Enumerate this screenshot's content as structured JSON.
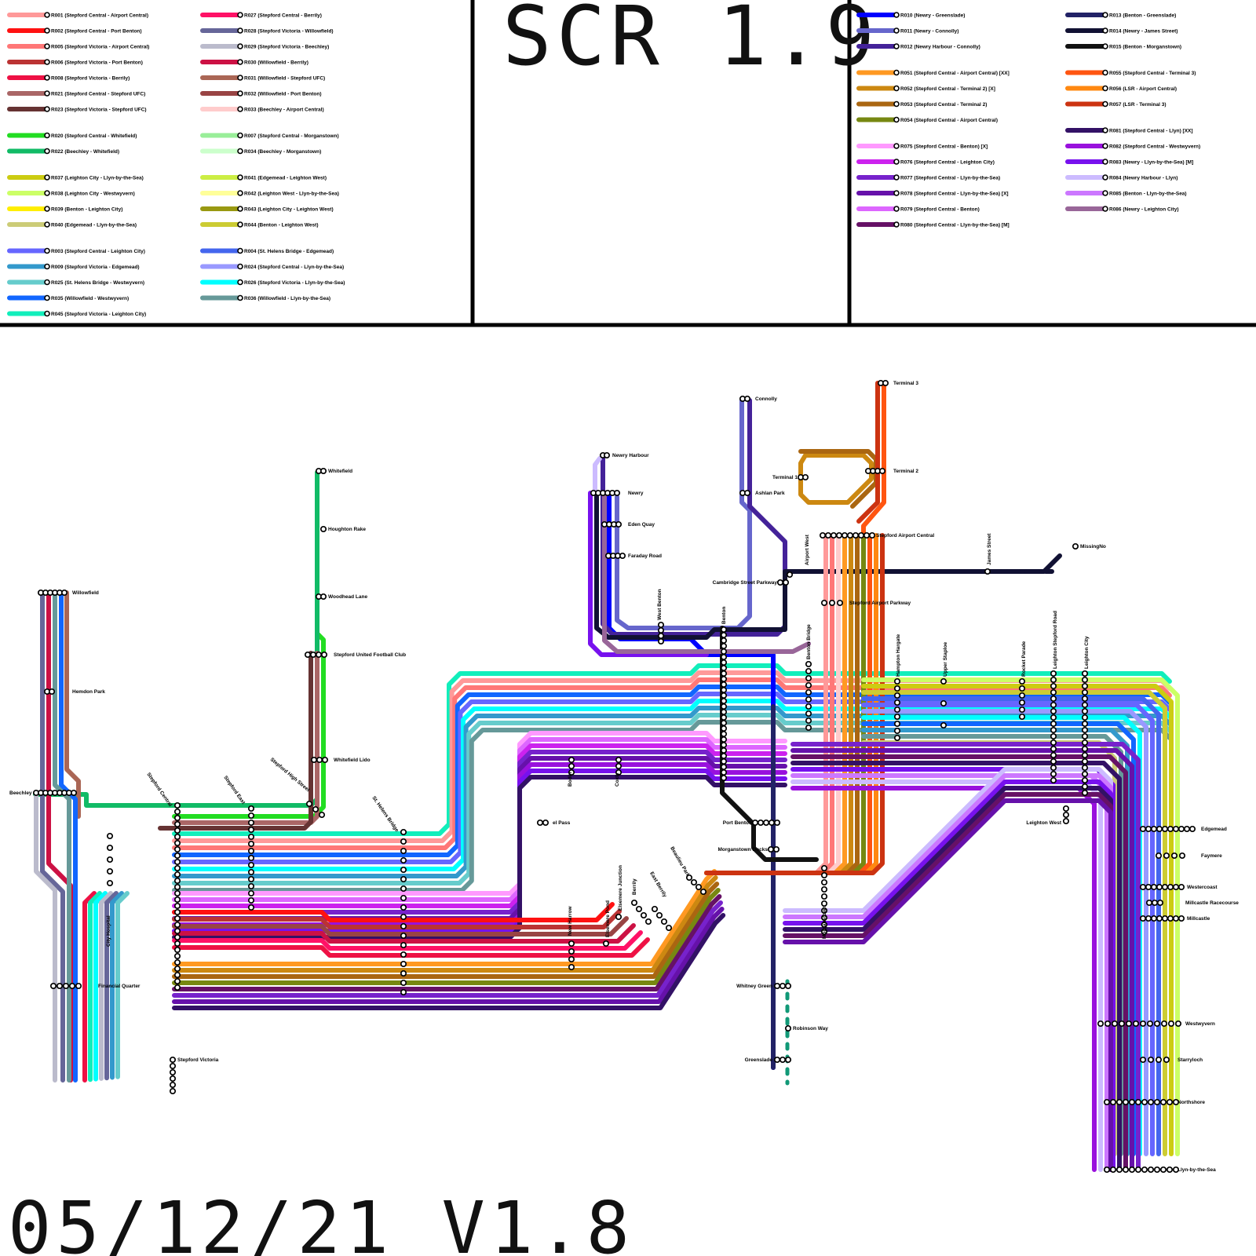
{
  "title": "SCR 1.9",
  "footer": "05/12/21 V1.8",
  "legend": {
    "column_1": [
      {
        "id": "R001",
        "text": "R001 (Stepford Central - Airport Central)",
        "color": "#ff9999"
      },
      {
        "id": "R002",
        "text": "R002 (Stepford Central - Port Benton)",
        "color": "#ff1111"
      },
      {
        "id": "R005",
        "text": "R005 (Stepford Victoria - Airport Central)",
        "color": "#ff7777"
      },
      {
        "id": "R006",
        "text": "R006 (Stepford Victoria - Port Benton)",
        "color": "#bb3333"
      },
      {
        "id": "R008",
        "text": "R008 (Stepford Victoria - Berrily)",
        "color": "#ee1144"
      },
      {
        "id": "R021",
        "text": "R021 (Stepford Central - Stepford UFC)",
        "color": "#aa6666"
      },
      {
        "id": "R023",
        "text": "R023 (Stepford Victoria - Stepford UFC)",
        "color": "#663333"
      },
      {
        "id": "gap1",
        "text": "",
        "color": ""
      },
      {
        "id": "R020",
        "text": "R020 (Stepford Central - Whitefield)",
        "color": "#22dd22"
      },
      {
        "id": "R022",
        "text": "R022 (Beechley - Whitefield)",
        "color": "#11bb66"
      },
      {
        "id": "gap2",
        "text": "",
        "color": ""
      },
      {
        "id": "R037",
        "text": "R037 (Leighton City - Llyn-by-the-Sea)",
        "color": "#cccc11"
      },
      {
        "id": "R038",
        "text": "R038 (Leighton City - Westwyvern)",
        "color": "#ccff66"
      },
      {
        "id": "R039",
        "text": "R039 (Benton - Leighton City)",
        "color": "#ffee00"
      },
      {
        "id": "R040",
        "text": "R040 (Edgemead - Llyn-by-the-Sea)",
        "color": "#cccc77"
      },
      {
        "id": "gap3",
        "text": "",
        "color": ""
      },
      {
        "id": "R003",
        "text": "R003 (Stepford Central - Leighton City)",
        "color": "#6666ff"
      },
      {
        "id": "R009",
        "text": "R009 (Stepford Victoria - Edgemead)",
        "color": "#3399cc"
      },
      {
        "id": "R025",
        "text": "R025 (St. Helens Bridge - Westwyvern)",
        "color": "#66cccc"
      },
      {
        "id": "R035",
        "text": "R035 (Willowfield - Westwyvern)",
        "color": "#1166ff"
      },
      {
        "id": "R045",
        "text": "R045 (Stepford Victoria - Leighton City)",
        "color": "#11eebb"
      }
    ],
    "column_2": [
      {
        "id": "R027",
        "text": "R027 (Stepford Central - Berrily)",
        "color": "#ff1166"
      },
      {
        "id": "R028",
        "text": "R028 (Stepford Victoria - Willowfield)",
        "color": "#666699"
      },
      {
        "id": "R029",
        "text": "R029 (Stepford Victoria - Beechley)",
        "color": "#bbbbcc"
      },
      {
        "id": "R030",
        "text": "R030 (Willowfield - Berrily)",
        "color": "#cc1144"
      },
      {
        "id": "R031",
        "text": "R031 (Willowfield - Stepford UFC)",
        "color": "#aa6655"
      },
      {
        "id": "R032",
        "text": "R032 (Willowfield - Port Benton)",
        "color": "#994444"
      },
      {
        "id": "R033",
        "text": "R033 (Beechley - Airport Central)",
        "color": "#ffcccc"
      },
      {
        "id": "gap1",
        "text": "",
        "color": ""
      },
      {
        "id": "R007",
        "text": "R007 (Stepford Central - Morganstown)",
        "color": "#99ee99"
      },
      {
        "id": "R034",
        "text": "R034 (Beechley - Morganstown)",
        "color": "#ccffcc"
      },
      {
        "id": "gap2",
        "text": "",
        "color": ""
      },
      {
        "id": "R041",
        "text": "R041 (Edgemead - Leighton West)",
        "color": "#ccee44"
      },
      {
        "id": "R042",
        "text": "R042 (Leighton West - Llyn-by-the-Sea)",
        "color": "#ffff99"
      },
      {
        "id": "R043",
        "text": "R043 (Leighton City - Leighton West)",
        "color": "#999911"
      },
      {
        "id": "R044",
        "text": "R044 (Benton - Leighton West)",
        "color": "#cccc33"
      },
      {
        "id": "gap3",
        "text": "",
        "color": ""
      },
      {
        "id": "R004",
        "text": "R004 (St. Helens Bridge - Edgemead)",
        "color": "#4466ee"
      },
      {
        "id": "R024",
        "text": "R024 (Stepford Central - Llyn-by-the-Sea)",
        "color": "#9999ff"
      },
      {
        "id": "R026",
        "text": "R026 (Stepford Victoria - Llyn-by-the-Sea)",
        "color": "#00ffff"
      },
      {
        "id": "R036",
        "text": "R036 (Willowfield - Llyn-by-the-Sea)",
        "color": "#669999"
      }
    ],
    "column_3": [
      {
        "id": "R010",
        "text": "R010 (Newry - Greenslade)",
        "color": "#0000ff"
      },
      {
        "id": "R011",
        "text": "R011 (Newry - Connolly)",
        "color": "#6666cc"
      },
      {
        "id": "R012",
        "text": "R012 (Newry Harbour - Connolly)",
        "color": "#442299"
      },
      {
        "id": "gap1",
        "text": "",
        "color": ""
      },
      {
        "id": "R051",
        "text": "R051 (Stepford Central - Airport Central) [XX]",
        "color": "#ff9922"
      },
      {
        "id": "R052",
        "text": "R052 (Stepford Central - Terminal 2) [X]",
        "color": "#cc8811"
      },
      {
        "id": "R053",
        "text": "R053 (Stepford Central - Terminal 2)",
        "color": "#aa6611"
      },
      {
        "id": "R054",
        "text": "R054 (Stepford Central - Airport Central)",
        "color": "#778811"
      },
      {
        "id": "gap2",
        "text": "",
        "color": ""
      },
      {
        "id": "R075",
        "text": "R075 (Stepford Central - Benton) [X]",
        "color": "#ff99ff"
      },
      {
        "id": "R076",
        "text": "R076 (Stepford Central - Leighton City)",
        "color": "#cc22ee"
      },
      {
        "id": "R077",
        "text": "R077 (Stepford Central - Llyn-by-the-Sea)",
        "color": "#7722cc"
      },
      {
        "id": "R078",
        "text": "R078 (Stepford Central - Llyn-by-the-Sea) [X]",
        "color": "#6611aa"
      },
      {
        "id": "R079",
        "text": "R079 (Stepford Central - Benton)",
        "color": "#dd66ff"
      },
      {
        "id": "R080",
        "text": "R080 (Stepford Central - Llyn-by-the-Sea) [M]",
        "color": "#661166"
      }
    ],
    "column_4": [
      {
        "id": "R013",
        "text": "R013 (Benton - Greenslade)",
        "color": "#222266"
      },
      {
        "id": "R014",
        "text": "R014 (Newry - James Street)",
        "color": "#111133"
      },
      {
        "id": "R015",
        "text": "R015 (Benton - Morganstown)",
        "color": "#111111"
      },
      {
        "id": "gap1",
        "text": "",
        "color": ""
      },
      {
        "id": "R055",
        "text": "R055 (Stepford Central - Terminal 3)",
        "color": "#ff5511"
      },
      {
        "id": "R056",
        "text": "R056 (LSR - Airport Central)",
        "color": "#ff8811"
      },
      {
        "id": "R057",
        "text": "R057 (LSR - Terminal 3)",
        "color": "#cc3311"
      },
      {
        "id": "gap2",
        "text": "",
        "color": ""
      },
      {
        "id": "R081",
        "text": "R081 (Stepford Central - Llyn) [XX]",
        "color": "#331166"
      },
      {
        "id": "R082",
        "text": "R082 (Stepford Central - Westwyvern)",
        "color": "#9911dd"
      },
      {
        "id": "R083",
        "text": "R083 (Newry - Llyn-by-the-Sea) [M]",
        "color": "#7711ee"
      },
      {
        "id": "R084",
        "text": "R084 (Newry Harbour - Llyn)",
        "color": "#ccbbff"
      },
      {
        "id": "R085",
        "text": "R085 (Benton - Llyn-by-the-Sea)",
        "color": "#cc77ff"
      },
      {
        "id": "R086",
        "text": "R086 (Newry - Leighton City)",
        "color": "#996699"
      }
    ]
  },
  "stations": [
    {
      "name": "Willowfield",
      "rotated": false
    },
    {
      "name": "Hemdon Park",
      "rotated": false
    },
    {
      "name": "Beechley",
      "rotated": false
    },
    {
      "name": "Financial Quarter",
      "rotated": false
    },
    {
      "name": "City Hospital",
      "rotated": true
    },
    {
      "name": "Stepford Victoria",
      "rotated": false
    },
    {
      "name": "Stepford Central",
      "rotated": true
    },
    {
      "name": "Stepford East",
      "rotated": true
    },
    {
      "name": "Stepford High Street",
      "rotated": true
    },
    {
      "name": "St. Helens Bridge",
      "rotated": true
    },
    {
      "name": "Whitefield",
      "rotated": false
    },
    {
      "name": "Houghton Rake",
      "rotated": false
    },
    {
      "name": "Woodhead Lane",
      "rotated": false
    },
    {
      "name": "Stepford United Football Club",
      "rotated": false
    },
    {
      "name": "Whitefield Lido",
      "rotated": false
    },
    {
      "name": "Bodin",
      "rotated": true
    },
    {
      "name": "Coxly",
      "rotated": true
    },
    {
      "name": "el Pass",
      "rotated": false
    },
    {
      "name": "New Harrow",
      "rotated": true
    },
    {
      "name": "Elsemere Pond",
      "rotated": true
    },
    {
      "name": "Elsemere Junction",
      "rotated": true
    },
    {
      "name": "Berrily",
      "rotated": true
    },
    {
      "name": "East Berrily",
      "rotated": true
    },
    {
      "name": "Beaulieu Park",
      "rotated": true
    },
    {
      "name": "Newry Harbour",
      "rotated": false
    },
    {
      "name": "Newry",
      "rotated": false
    },
    {
      "name": "Eden Quay",
      "rotated": false
    },
    {
      "name": "Faraday Road",
      "rotated": false
    },
    {
      "name": "West Benton",
      "rotated": true
    },
    {
      "name": "Benton",
      "rotated": true
    },
    {
      "name": "Connolly",
      "rotated": false
    },
    {
      "name": "Ashlan Park",
      "rotated": false
    },
    {
      "name": "Cambridge Street Parkway",
      "rotated": false
    },
    {
      "name": "Airport West",
      "rotated": true
    },
    {
      "name": "Terminal 1",
      "rotated": false
    },
    {
      "name": "Terminal 2",
      "rotated": false
    },
    {
      "name": "Terminal 3",
      "rotated": false
    },
    {
      "name": "Stepford Airport Central",
      "rotated": false
    },
    {
      "name": "Stepford Airport Parkway",
      "rotated": false
    },
    {
      "name": "James Street",
      "rotated": true
    },
    {
      "name": "MissingNo",
      "rotated": false
    },
    {
      "name": "Benton Bridge",
      "rotated": true
    },
    {
      "name": "Hampton Hargate",
      "rotated": true
    },
    {
      "name": "Upper Staploe",
      "rotated": true
    },
    {
      "name": "Rocket Parade",
      "rotated": true
    },
    {
      "name": "Leighton Stepford Road",
      "rotated": true
    },
    {
      "name": "Leighton City",
      "rotated": true
    },
    {
      "name": "Leighton West",
      "rotated": false
    },
    {
      "name": "Port Benton",
      "rotated": false
    },
    {
      "name": "Morganstown Docks",
      "rotated": false
    },
    {
      "name": "Morganstown",
      "rotated": true
    },
    {
      "name": "Whitney Green",
      "rotated": false
    },
    {
      "name": "Robinson Way",
      "rotated": false
    },
    {
      "name": "Greenslade",
      "rotated": false
    },
    {
      "name": "Edgemead",
      "rotated": false
    },
    {
      "name": "Faymere",
      "rotated": false
    },
    {
      "name": "Westercoast",
      "rotated": false
    },
    {
      "name": "Millcastle Racecourse",
      "rotated": false
    },
    {
      "name": "Millcastle",
      "rotated": false
    },
    {
      "name": "Westwyvern",
      "rotated": false
    },
    {
      "name": "Starryloch",
      "rotated": false
    },
    {
      "name": "Northshore",
      "rotated": false
    },
    {
      "name": "Llyn-by-the-Sea",
      "rotated": false
    }
  ]
}
